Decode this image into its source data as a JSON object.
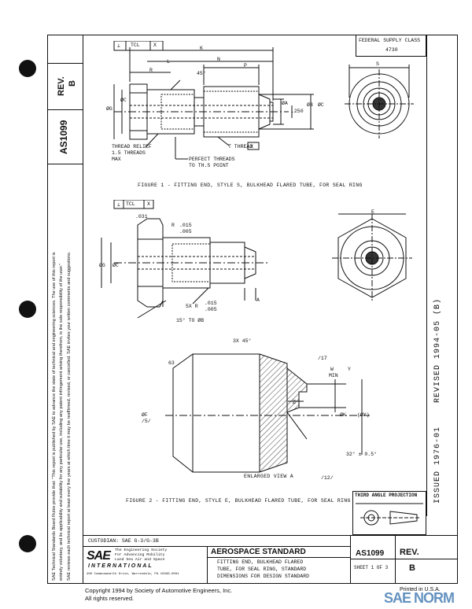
{
  "left_strip": {
    "rev_label": "REV.",
    "rev_value": "B",
    "doc_number": "AS1099",
    "disclaimer_1": "SAE Technical Standards Board Rules provide that: \"This report is published by SAE to advance the state of technical and engineering sciences. The use of this report is",
    "disclaimer_2": "entirely voluntary, and its applicability and suitability for any particular use, including any patent infringement arising therefrom, is the sole responsibility of the user.\"",
    "disclaimer_3": "SAE reviews each technical report at least every five years at which time it may be reaffirmed, revised, or cancelled. SAE invites your written comments and suggestions."
  },
  "right_strip": {
    "revised": "REVISED  1994-05  (B)",
    "issued": "ISSUED  1976-01"
  },
  "federal_supply": {
    "label": "FEDERAL SUPPLY CLASS",
    "value": "4730"
  },
  "figure1": {
    "caption": "FIGURE 1 - FITTING END, STYLE S, BULKHEAD FLARED TUBE, FOR SEAL RING",
    "control_frame": [
      "⊥",
      "TCL",
      "X"
    ],
    "labels": {
      "K": "K",
      "N": "N",
      "P": "P",
      "R": "R",
      "L": "L",
      "S": "S",
      "angle": "45°",
      "phiG": "ØG",
      "phiC": "ØC",
      "phiA": "ØA",
      "d250": ".250",
      "phiB": "ØB",
      "phiC2": "ØC",
      "thread_relief": "THREAD RELIEF",
      "threads15": "1.5 THREADS",
      "max": "MAX",
      "t_thread": "T THREAD",
      "x_box": "X",
      "perfect": "PERFECT THREADS",
      "to_point": "TO TH.S POINT"
    }
  },
  "figure2": {
    "caption": "FIGURE 2 - FITTING END, STYLE E, BULKHEAD FLARED TUBE, FOR SEAL RING",
    "control_frame": [
      "⊥",
      "TCL",
      "X"
    ],
    "labels": {
      "d031": ".031",
      "R": "R",
      "d015": ".015",
      "d005": ".005",
      "phiG": "ØG",
      "phiC": "ØC",
      "radius": "5X R",
      "d015b": ".015",
      "d005b": ".005",
      "to_phiB": "15° TO ØB",
      "A": "A",
      "E": "E"
    }
  },
  "enlarged": {
    "caption": "ENLARGED VIEW A",
    "labels": {
      "chamfer": "3X 45°",
      "d63": "63",
      "ref17": "/17",
      "W": "W",
      "MIN": "MIN",
      "Y": "Y",
      "Z": "Z",
      "K": "ØK",
      "phiY": "(ØY)",
      "phiF": "ØF",
      "d5": "/5/",
      "angle": "32° ± 0.5°",
      "ref12": "/12/"
    }
  },
  "third_angle": {
    "label": "THIRD ANGLE PROJECTION"
  },
  "title_block": {
    "custodian": "CUSTODIAN:   SAE G-3/G-3B",
    "sae": "SAE",
    "sae_tag1": "The Engineering Society",
    "sae_tag2": "For Advancing Mobility",
    "sae_tag3": "Land Sea Air and Space",
    "international": "INTERNATIONAL",
    "address": "400 Commonwealth Drive, Warrendale, PA 15096-0001",
    "standard": "AEROSPACE STANDARD",
    "title_1": "FITTING END, BULKHEAD FLARED",
    "title_2": "TUBE, FOR SEAL RING, STANDARD",
    "title_3": "DIMENSIONS FOR DESIGN STANDARD",
    "doc": "AS1099",
    "rev_label": "REV.",
    "rev": "B",
    "sheet": "SHEET 1 OF 3"
  },
  "footer": {
    "copyright": "Copyright 1994 by Society of Automotive Engineers, Inc.",
    "rights": "All rights reserved.",
    "printed": "Printed in U.S.A.",
    "watermark": "SAE NORM"
  }
}
